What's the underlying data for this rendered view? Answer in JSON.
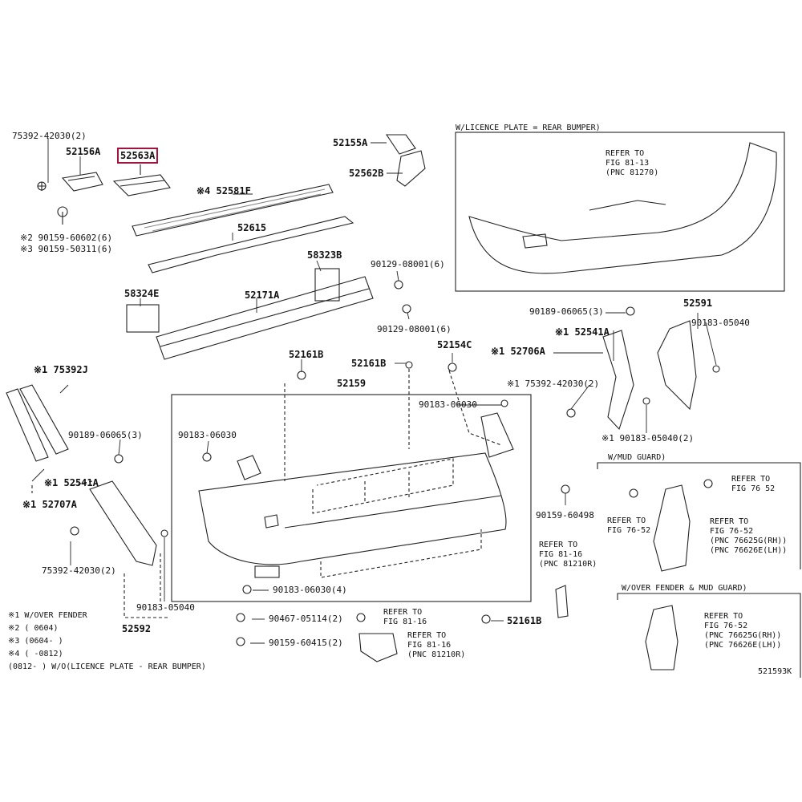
{
  "labels": {
    "l1": "75392-42030(2)",
    "l2": "52156A",
    "l3": "52563A",
    "l4": "※2 90159-60602(6)",
    "l5": "※3 90159-50311(6)",
    "l6": "52155A",
    "l7": "52562B",
    "l8": "※4 52581F",
    "l9": "52615",
    "l10": "58323B",
    "l11": "90129-08001(6)",
    "l12": "58324E",
    "l13": "52171A",
    "l14": "90129-08001(6)",
    "l15": "52161B",
    "l16": "52161B",
    "l17": "52154C",
    "l18": "52159",
    "l19": "90183-06030",
    "l20": "90183-06030",
    "l21": "90159-60498",
    "l22": "※1 75392J",
    "l23": "90189-06065(3)",
    "l24": "※1 52541A",
    "l25": "※1 52707A",
    "l26": "75392-42030(2)",
    "l27": "90183-05040",
    "l28": "52592",
    "l29": "90183-06030(4)",
    "l30": "90467-05114(2)",
    "l31": "90159-60415(2)",
    "l32": "52161B",
    "l33": "90189-06065(3)",
    "l34": "52591",
    "l35": "90183-05040",
    "l36": "※1 52541A",
    "l37": "※1 52706A",
    "l38": "※1 75392-42030(2)",
    "l39": "※1 90183-05040(2)"
  },
  "refs": {
    "r1": "REFER TO\nFIG 81-13\n(PNC 81270)",
    "r2": "REFER TO\nFIG 81-16\n(PNC 81210R)",
    "r3": "REFER TO\nFIG 76 52",
    "r4": "REFER TO\nFIG 76-52",
    "r5": "REFER TO\nFIG 76-52\n(PNC 76625G(RH))\n(PNC 76626E(LH))",
    "r6": "REFER TO\nFIG 76-52\n(PNC 76625G(RH))\n(PNC 76626E(LH))",
    "r7": "REFER TO\nFIG 81-16",
    "r8": "REFER TO\nFIG 81-16\n(PNC 81210R)"
  },
  "sections": {
    "license_plate": "W/LICENCE PLATE = REAR BUMPER)",
    "mud_guard": "W/MUD GUARD)",
    "over_fender_mud_guard": "W/OVER FENDER & MUD GUARD)"
  },
  "legend": [
    "※1 W/OVER FENDER",
    "※2 (     0604)",
    "※3 (0604-       )",
    "※4 (     -0812)",
    "(0812-     ) W/O(LICENCE PLATE - REAR BUMPER)"
  ],
  "diagram_id": "521593K"
}
